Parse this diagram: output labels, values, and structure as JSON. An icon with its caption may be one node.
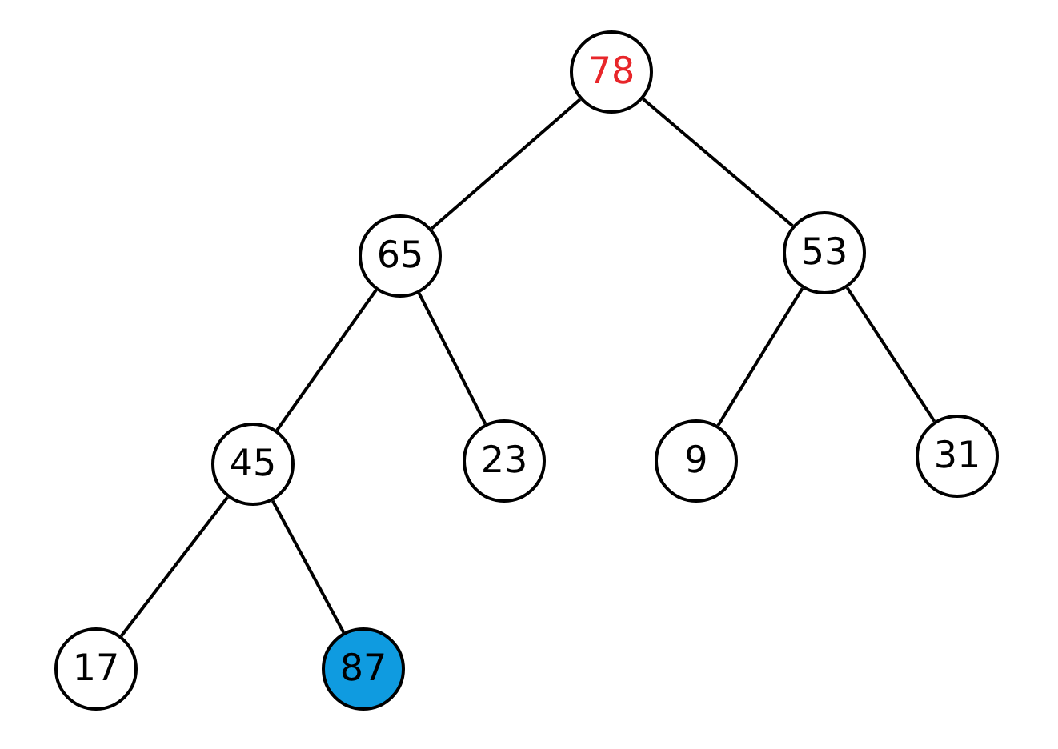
{
  "diagram": {
    "nodes": [
      {
        "text": [
          "78"
        ]
      },
      {
        "text": [
          "65"
        ]
      },
      {
        "text": [
          "53"
        ]
      },
      {
        "text": [
          "45"
        ]
      },
      {
        "text": [
          "23"
        ]
      },
      {
        "text": [
          "9"
        ]
      },
      {
        "text": [
          "31"
        ]
      },
      {
        "text": [
          "17"
        ]
      },
      {
        "text": [
          "87"
        ]
      }
    ],
    "edges": [
      {
        "from": 0,
        "to": 1,
        "arrow": "none"
      },
      {
        "from": 0,
        "to": 2,
        "arrow": "none"
      },
      {
        "from": 1,
        "to": 3,
        "arrow": "none"
      },
      {
        "from": 1,
        "to": 4,
        "arrow": "none"
      },
      {
        "from": 2,
        "to": 5,
        "arrow": "none"
      },
      {
        "from": 2,
        "to": 6,
        "arrow": "none"
      },
      {
        "from": 3,
        "to": 7,
        "arrow": "none"
      },
      {
        "from": 3,
        "to": 8,
        "arrow": "none"
      }
    ]
  }
}
